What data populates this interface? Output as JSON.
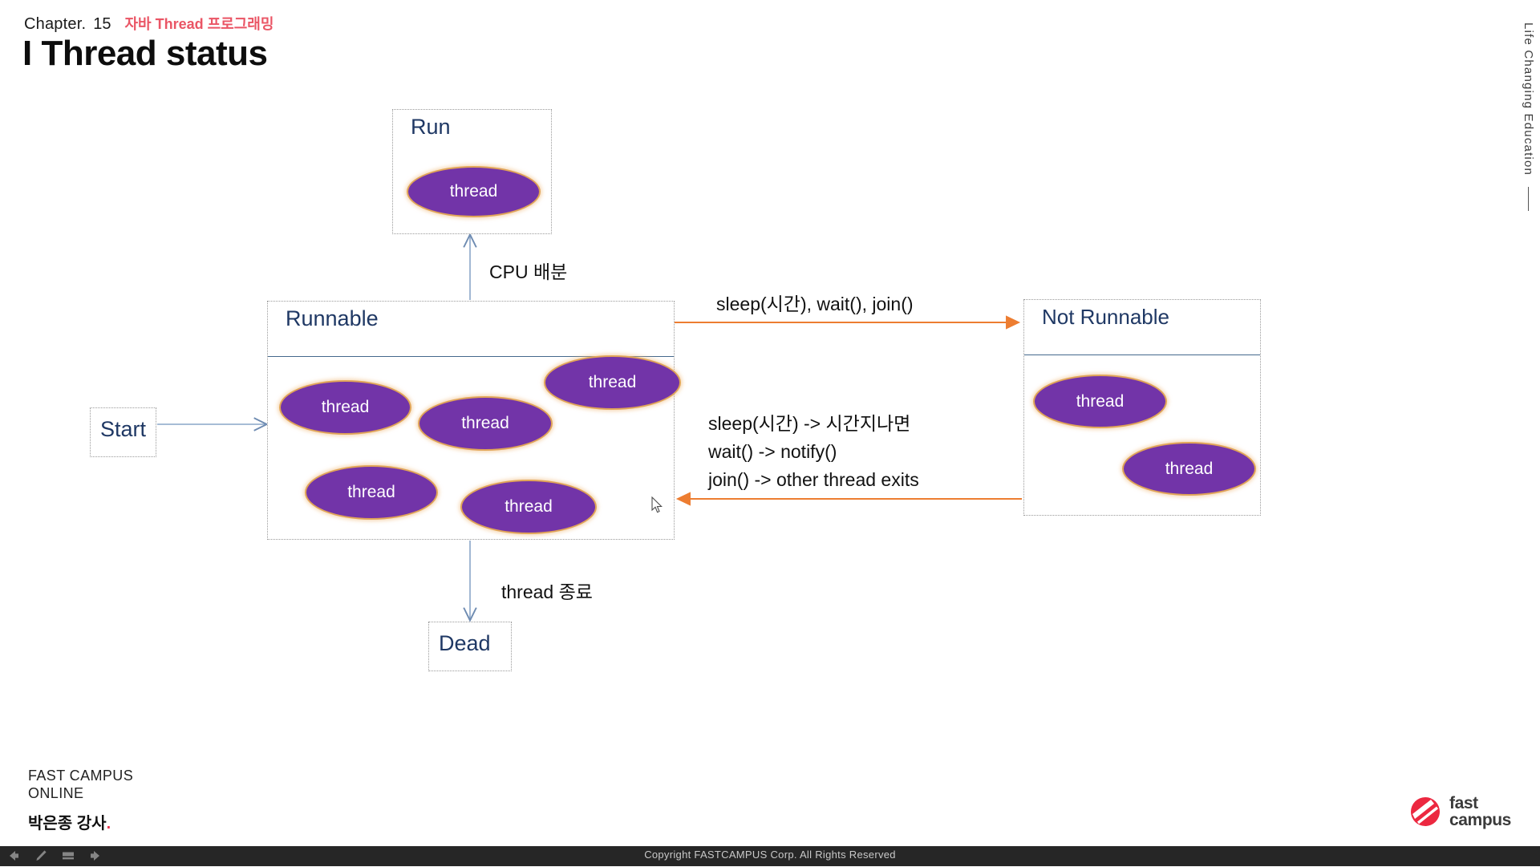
{
  "header": {
    "chapter_word": "Chapter.",
    "chapter_number": "15",
    "chapter_korean": "자바 Thread 프로그래밍",
    "title": "I Thread status"
  },
  "vertical_tagline": "Life Changing Education",
  "diagram": {
    "boxes": [
      {
        "id": "run",
        "title": "Run"
      },
      {
        "id": "runnable",
        "title": "Runnable"
      },
      {
        "id": "not_runnable",
        "title": "Not Runnable"
      },
      {
        "id": "start",
        "title": "Start"
      },
      {
        "id": "dead",
        "title": "Dead"
      }
    ],
    "thread_label": "thread",
    "threads": {
      "run": [
        "thread"
      ],
      "runnable": [
        "thread",
        "thread",
        "thread",
        "thread",
        "thread"
      ],
      "not_runnable": [
        "thread",
        "thread"
      ]
    },
    "edge_labels": {
      "cpu_allocation": "CPU 배분",
      "to_not_runnable": "sleep(시간), wait(), join()",
      "back_to_runnable_line1": "sleep(시간) -> 시간지나면",
      "back_to_runnable_line2": "wait() -> notify()",
      "back_to_runnable_line3": "join() -> other thread exits",
      "thread_end": "thread 종료"
    },
    "colors": {
      "thread_fill": "#7234a8",
      "thread_outline": "#e0a458",
      "box_title": "#1f3864",
      "blue_arrow": "#8aa6c8",
      "orange_arrow": "#ed7d31"
    }
  },
  "footer": {
    "brand_line1": "FAST  CAMPUS",
    "brand_line2": "ONLINE",
    "lecturer": "박은종 강사",
    "lecturer_dot": ".",
    "logo_line1": "fast",
    "logo_line2": "campus",
    "copyright": "Copyright  FASTCAMPUS  Corp. All Rights  Reserved"
  },
  "toolbar": {
    "icons": [
      "back-arrow-icon",
      "pen-icon",
      "slide-icon",
      "forward-arrow-icon"
    ]
  }
}
